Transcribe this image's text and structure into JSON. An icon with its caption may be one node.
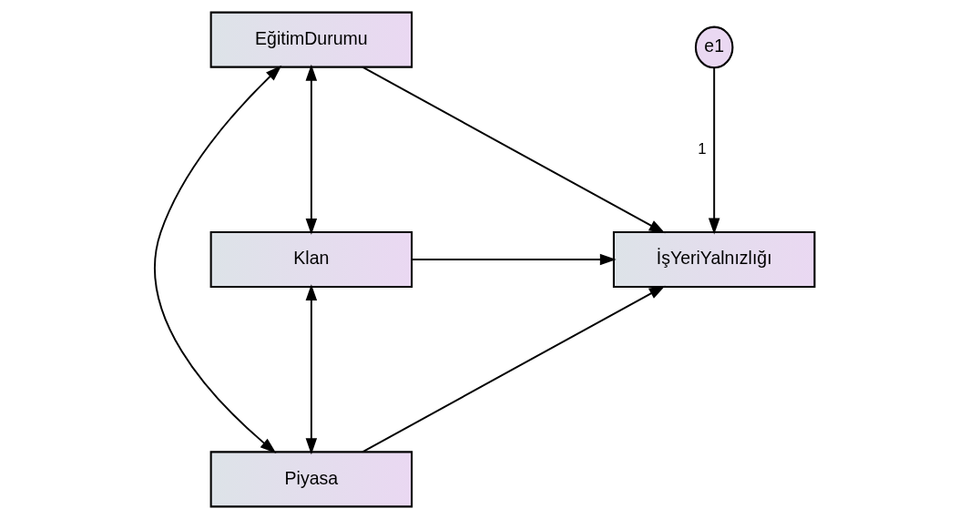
{
  "diagram": {
    "nodes": [
      {
        "text": [
          "EğitimDurumu"
        ]
      },
      {
        "text": [
          "Klan"
        ]
      },
      {
        "text": [
          "Piyasa"
        ]
      },
      {
        "text": [
          "e1"
        ]
      },
      {
        "text": [
          "İşYeriYalnızlığı"
        ]
      }
    ],
    "edges": [
      {
        "from": 1,
        "to": 0,
        "arrow": "both"
      },
      {
        "from": 0,
        "to": 2,
        "arrow": "both"
      },
      {
        "from": 1,
        "to": 2,
        "arrow": "both"
      },
      {
        "from": 0,
        "to": 4,
        "arrow": "to"
      },
      {
        "from": 1,
        "to": 4,
        "arrow": "to"
      },
      {
        "from": 2,
        "to": 4,
        "arrow": "to"
      },
      {
        "from": 3,
        "to": 4,
        "arrow": "to",
        "label": "1"
      }
    ]
  }
}
